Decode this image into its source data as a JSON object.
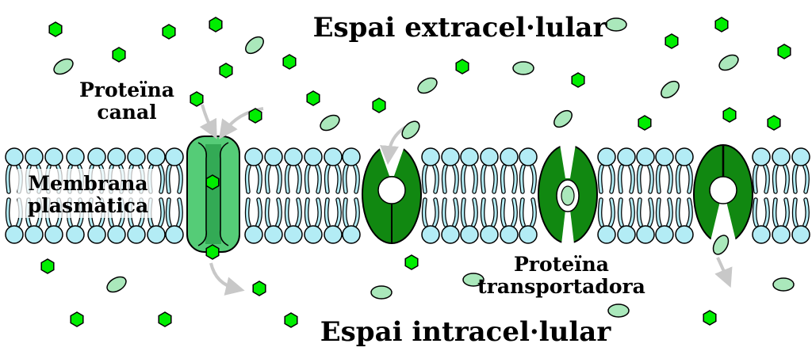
{
  "labels": {
    "extracellular": "Espai extracel·lular",
    "intracellular": "Espai intracel·lular",
    "channel_line1": "Proteïna",
    "channel_line2": "canal",
    "membrane_line1": "Membrana",
    "membrane_line2": "plasmàtica",
    "carrier_line1": "Proteïna",
    "carrier_line2": "transportadora"
  },
  "colors": {
    "lipid_head": "#b3ecf5",
    "channel": "#55cc77",
    "channel_pore": "#33aa55",
    "carrier": "#118811",
    "hexagon_molecule": "#00ee00",
    "ellipse_molecule": "#aae8bb",
    "arrow": "#c8c8c8"
  }
}
